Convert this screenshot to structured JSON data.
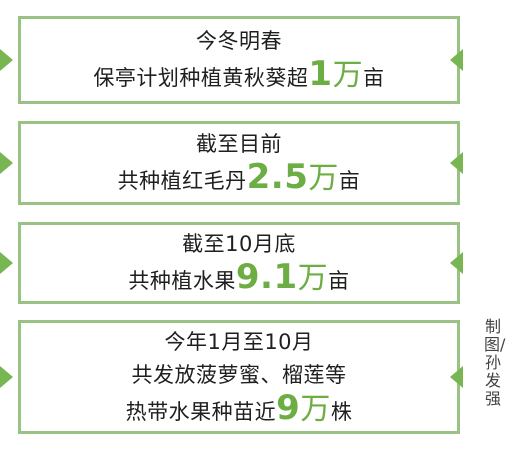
{
  "boxes": [
    {
      "lines": [
        {
          "text": "今冬明春"
        },
        {
          "text": "保亭计划种植黄秋葵超",
          "number": "1",
          "unit": "万",
          "after": "亩"
        }
      ]
    },
    {
      "lines": [
        {
          "text": "截至目前"
        },
        {
          "text": "共种植红毛丹",
          "number": "2.5",
          "unit": "万",
          "after": "亩"
        }
      ]
    },
    {
      "lines": [
        {
          "text": "截至10月底"
        },
        {
          "text": "共种植水果",
          "number": "9.1",
          "unit": "万",
          "after": "亩"
        }
      ]
    },
    {
      "lines": [
        {
          "text": "今年1月至10月"
        },
        {
          "text": "共发放菠萝蜜、榴莲等"
        },
        {
          "text": "热带水果种苗近",
          "number": "9",
          "unit": "万",
          "after": "株"
        }
      ]
    }
  ],
  "credit": "制图/孙发强",
  "colors": {
    "border": "#9ac285",
    "accent": "#6cae44",
    "triangle": "#77b651"
  }
}
